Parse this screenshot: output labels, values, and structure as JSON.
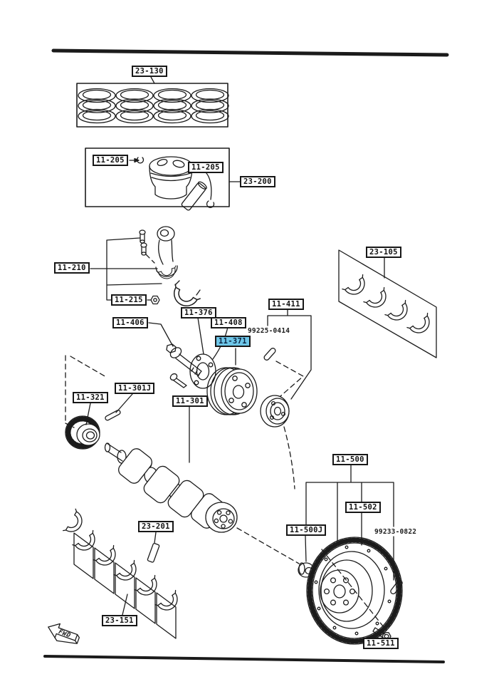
{
  "figure": {
    "kind": "exploded-parts-diagram",
    "subject": "piston, crankshaft and flywheel",
    "highlight_color": "#6ec6e8",
    "line_color": "#1b1b1b",
    "highlighted_label": "11-371"
  },
  "labels": {
    "piston_rings": "23-130",
    "snap_ring_left": "11-205",
    "snap_ring_right": "11-205",
    "piston_set": "23-200",
    "connecting_rod": "11-210",
    "connecting_rod_nut": "11-215",
    "main_bearings_upper": "23-105",
    "pulley_plate": "11-376",
    "pulley_boss": "11-408",
    "pulley_hub": "11-411",
    "crank_pulley": "11-371",
    "pulley_bolt": "11-406",
    "timing_gear": "11-321",
    "woodruff_key": "11-301J",
    "crankshaft": "11-301",
    "thrust_bearing": "23-201",
    "main_bearings_lower": "23-151",
    "flywheel": "11-500",
    "ring_gear": "11-502",
    "pilot_bush": "11-500J",
    "flywheel_bolt": "11-511",
    "fwd_arrow": "FWD"
  },
  "codes": {
    "pulley_pin": "99225-0414",
    "flywheel_key": "99233-0822"
  }
}
